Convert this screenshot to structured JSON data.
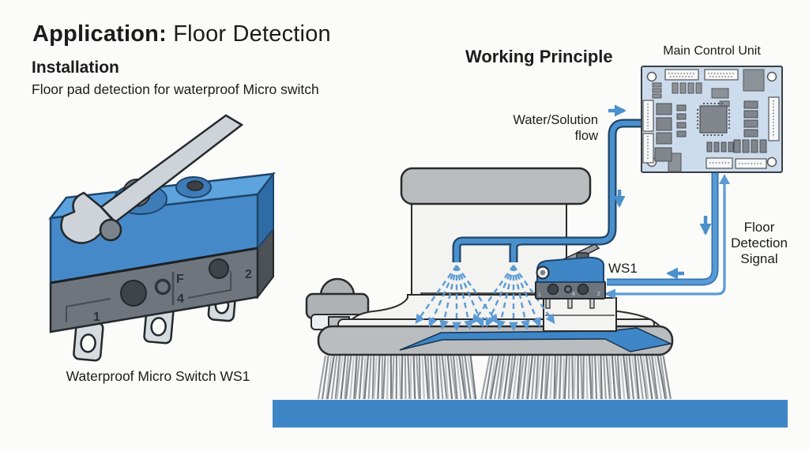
{
  "header": {
    "title_bold": "Application:",
    "title_regular": " Floor Detection",
    "section_heading": "Installation",
    "section_subtitle": "Floor pad detection for waterproof Micro switch"
  },
  "installation": {
    "caption": "Waterproof Micro Switch WS1",
    "switch_markings": {
      "pin1": "1",
      "pin4": "4",
      "pin2": "2",
      "flag": "F"
    }
  },
  "working_principle": {
    "heading": "Working Principle",
    "control_unit_label": "Main Control Unit",
    "water_flow_line1": "Water/Solution",
    "water_flow_line2": "flow",
    "switch_label": "WS1",
    "ws1_markings": {
      "pin1": "1",
      "pin4": "4",
      "pin2": "2"
    },
    "signal_line1": "Floor",
    "signal_line2": "Detection",
    "signal_line3": "Signal"
  },
  "colors": {
    "background": "#fbfbf9",
    "text": "#1c1c1c",
    "accent_blue": "#3f86c6",
    "pipe_blue": "#4a90cc",
    "pipe_outline": "#1d4568",
    "signal_blue": "#5b9bd5",
    "machine_gray": "#b9bdbf",
    "dark_gray": "#6e757c",
    "pcb_board": "#cddced",
    "pcb_component": "#80868c",
    "outline": "#2b2b2b"
  }
}
